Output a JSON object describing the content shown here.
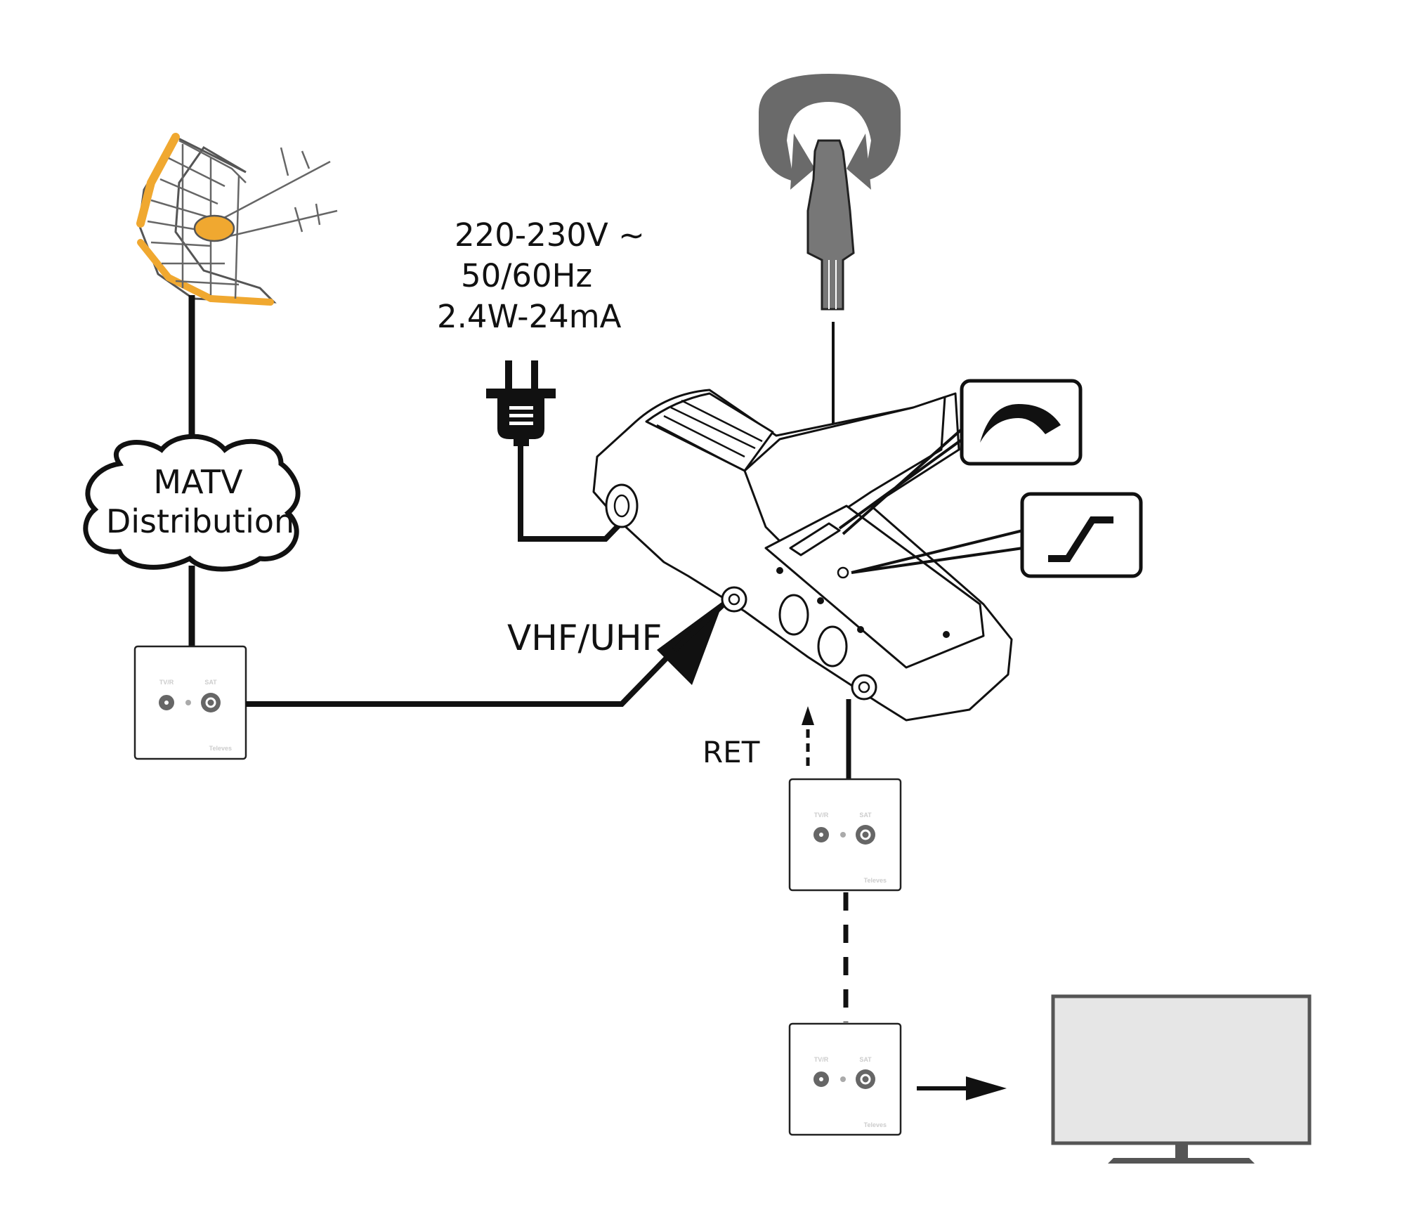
{
  "labels": {
    "cloud_line1": "MATV",
    "cloud_line2": "Distribution",
    "power_line1": "220-230V ∼",
    "power_line2": "50/60Hz",
    "power_line3": "2.4W-24mA",
    "input": "VHF/UHF",
    "return": "RET"
  },
  "socket": {
    "left_port": "TV/R",
    "right_port": "SAT",
    "brand": "Televes"
  },
  "icons": [
    "antenna-icon",
    "power-plug-icon",
    "screwdriver-adjust-icon",
    "gain-arc-icon",
    "slope-icon",
    "amplifier-device",
    "wall-socket-icon",
    "tv-icon"
  ],
  "colors": {
    "antenna_accent": "#f0a830",
    "line": "#111111",
    "tv_screen": "#e6e6e6",
    "tv_frame": "#555555",
    "rotate_arrow": "#6a6a6a"
  }
}
